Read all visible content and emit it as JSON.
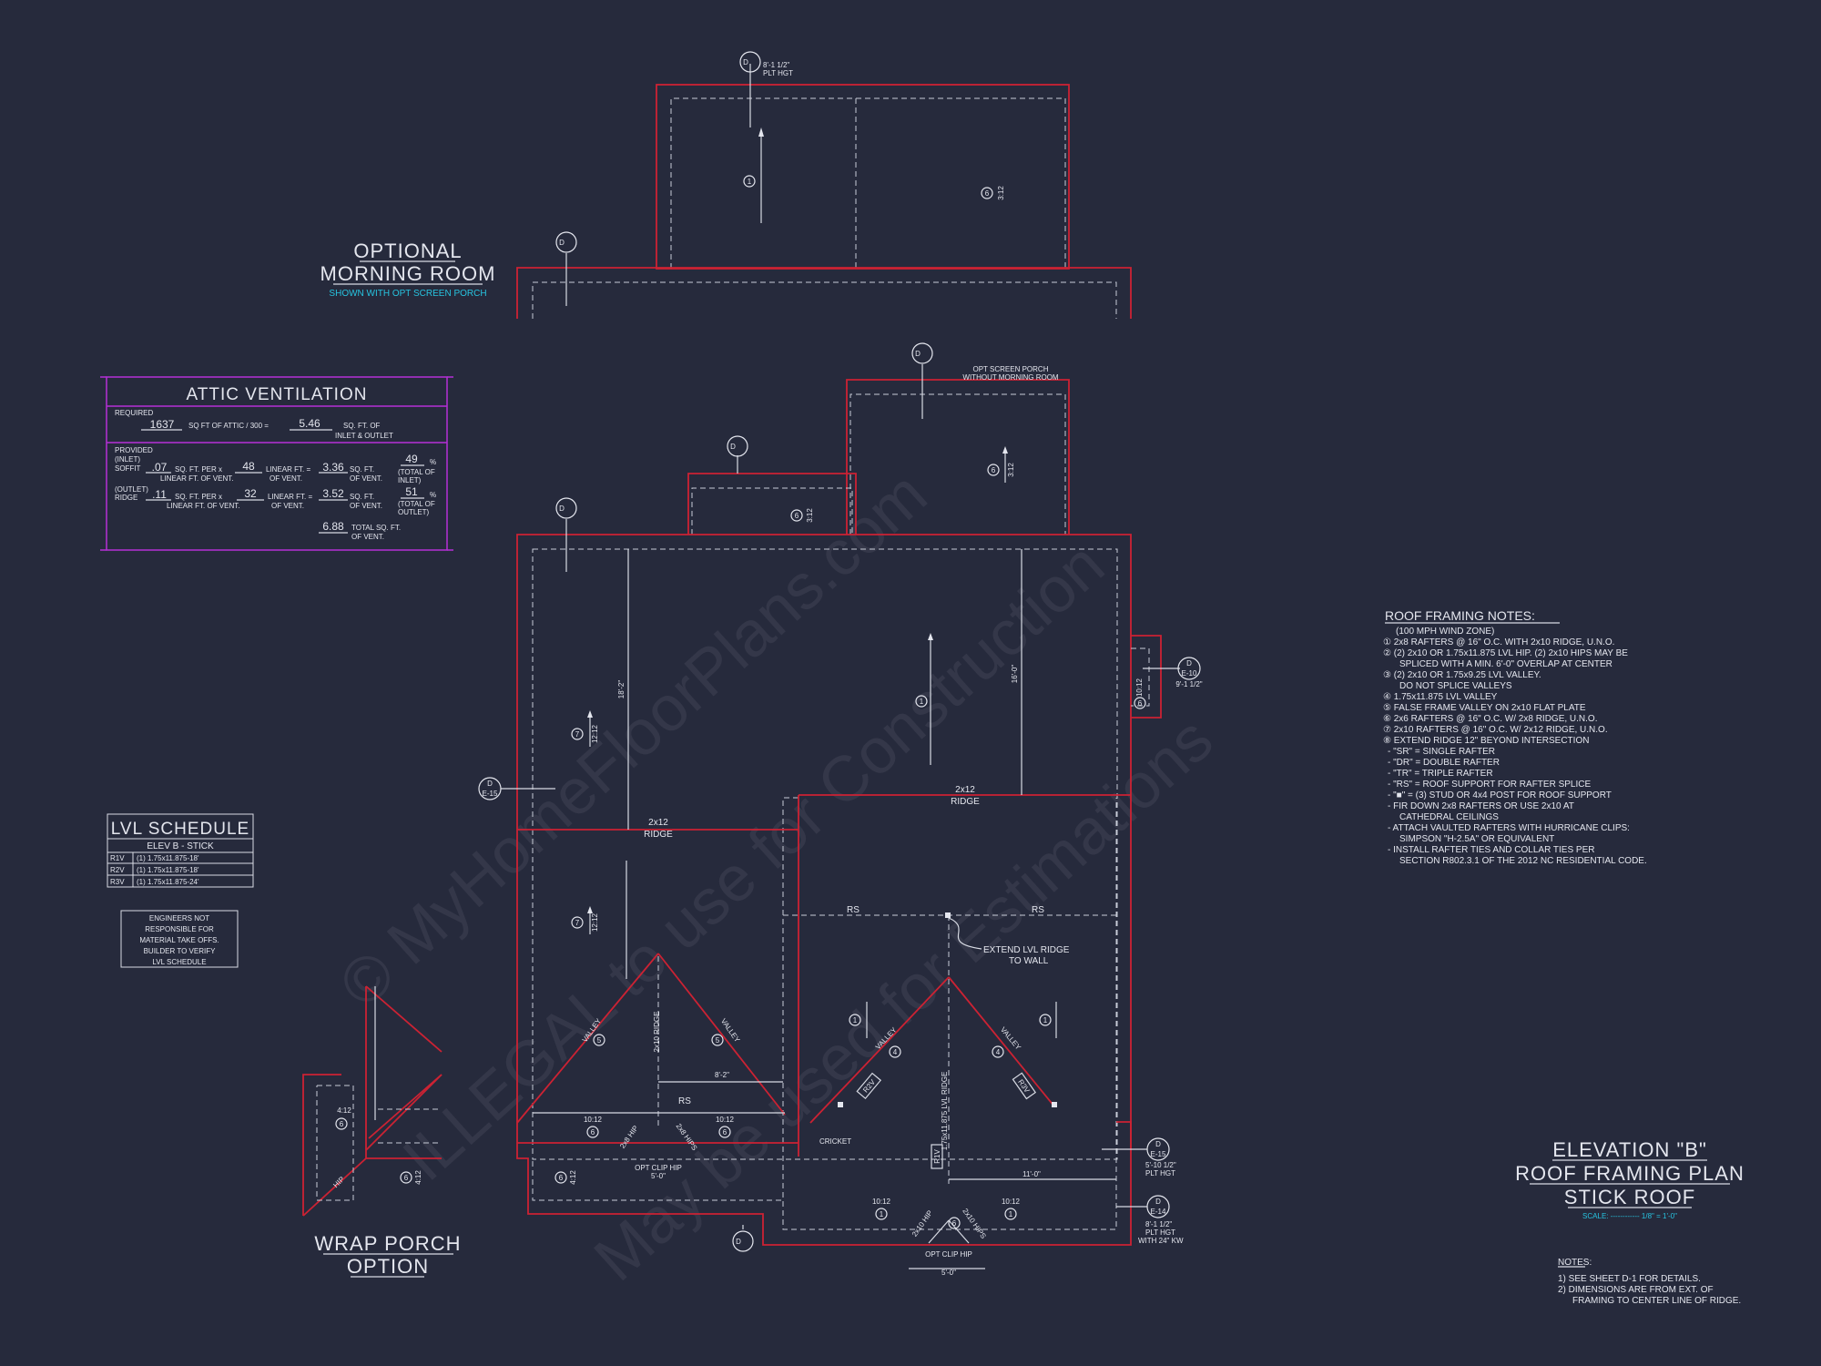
{
  "watermarks": [
    "© MyHomeFloorPlans.com",
    "ILLEGAL to use for Construction",
    "May be used for Estimations"
  ],
  "morning_room": {
    "title_1": "OPTIONAL",
    "title_2": "MORNING ROOM",
    "subtitle": "SHOWN WITH OPT SCREEN PORCH"
  },
  "top_callout": {
    "line1": "8'-1 1/2\"",
    "line2": "PLT HGT"
  },
  "opt_screen_porch": {
    "line1": "OPT SCREEN PORCH",
    "line2": "WITHOUT MORNING ROOM"
  },
  "attic_ventilation": {
    "title": "ATTIC VENTILATION",
    "required_label": "REQUIRED",
    "attic_sqft": "1637",
    "attic_text": "SQ FT OF ATTIC / 300 =",
    "required_vent": "5.46",
    "sqft_of": "SQ. FT. OF",
    "inlet_outlet": "INLET & OUTLET",
    "provided_label": "PROVIDED",
    "inlet_label": "(INLET)",
    "soffit_label": "SOFFIT",
    "soffit_rate": ".07",
    "sqft_per_x": "SQ. FT. PER x",
    "soffit_len": "48",
    "linear_ft_eq": "LINEAR FT. =",
    "soffit_area": "3.36",
    "sq_ft": "SQ. FT.",
    "linear_ft_of_vent": "LINEAR FT. OF VENT.",
    "of_vent": "OF VENT.",
    "soffit_pct": "49",
    "pct": "%",
    "total_of": "(TOTAL OF",
    "inlet_close": "INLET)",
    "outlet_label": "(OUTLET)",
    "ridge_label": "RIDGE",
    "ridge_rate": ".11",
    "ridge_len": "32",
    "ridge_area": "3.52",
    "ridge_pct": "51",
    "outlet_close": "OUTLET)",
    "total_area": "6.88",
    "total_sqft": "TOTAL SQ. FT.",
    "total_of_vent": "OF VENT."
  },
  "lvl_schedule": {
    "title": "LVL SCHEDULE",
    "subtitle": "ELEV B - STICK",
    "rows": [
      {
        "tag": "R1V",
        "spec": "(1) 1.75x11.875-18'"
      },
      {
        "tag": "R2V",
        "spec": "(1) 1.75x11.875-18'"
      },
      {
        "tag": "R3V",
        "spec": "(1) 1.75x11.875-24'"
      }
    ]
  },
  "engineers_note": [
    "ENGINEERS NOT",
    "RESPONSIBLE FOR",
    "MATERIAL TAKE OFFS.",
    "BUILDER TO VERIFY",
    "LVL SCHEDULE"
  ],
  "roof_notes": {
    "title": "ROOF FRAMING NOTES:",
    "lines": [
      "(100 MPH WIND ZONE)",
      "① 2x8 RAFTERS @ 16\" O.C. WITH 2x10 RIDGE, U.N.O.",
      "② (2) 2x10 OR 1.75x11.875 LVL HIP. (2) 2x10 HIPS MAY BE",
      "SPLICED WITH A MIN. 6'-0\" OVERLAP AT CENTER",
      "③ (2) 2x10 OR 1.75x9.25 LVL VALLEY.",
      "DO NOT SPLICE VALLEYS",
      "④ 1.75x11.875 LVL VALLEY",
      "⑤ FALSE FRAME VALLEY ON 2x10 FLAT PLATE",
      "⑥ 2x6 RAFTERS @ 16\" O.C. W/ 2x8 RIDGE, U.N.O.",
      "⑦ 2x10 RAFTERS @ 16\" O.C. W/ 2x12 RIDGE, U.N.O.",
      "⑧ EXTEND RIDGE 12\" BEYOND INTERSECTION",
      "- \"SR\" = SINGLE RAFTER",
      "- \"DR\" = DOUBLE RAFTER",
      "- \"TR\" = TRIPLE RAFTER",
      "- \"RS\" = ROOF SUPPORT FOR RAFTER SPLICE",
      "- \"■\" = (3) STUD OR 4x4 POST FOR ROOF SUPPORT",
      "- FIR DOWN 2x8 RAFTERS OR USE 2x10 AT",
      "CATHEDRAL CEILINGS",
      "- ATTACH VAULTED RAFTERS WITH HURRICANE CLIPS:",
      "SIMPSON \"H-2.5A\" OR EQUIVALENT",
      "- INSTALL RAFTER TIES AND COLLAR TIES PER",
      "SECTION R802.3.1 OF THE 2012 NC RESIDENTIAL CODE."
    ]
  },
  "elevation_title": {
    "line1": "ELEVATION \"B\"",
    "line2": "ROOF FRAMING PLAN",
    "line3": "STICK ROOF",
    "scale": "SCALE: ------------ 1/8\" = 1'-0\""
  },
  "sheet_notes": {
    "title": "NOTES:",
    "lines": [
      "1) SEE SHEET D-1 FOR DETAILS.",
      "2) DIMENSIONS ARE FROM EXT. OF",
      "FRAMING TO CENTER LINE OF RIDGE."
    ]
  },
  "wrap_porch": {
    "line1": "WRAP PORCH",
    "line2": "OPTION"
  },
  "plan_labels": {
    "ridge_2x12": "2x12",
    "ridge": "RIDGE",
    "rs": "RS",
    "extend_lvl_1": "EXTEND LVL RIDGE",
    "extend_lvl_2": "TO WALL",
    "dim_18_2": "18'-2\"",
    "dim_16_0": "16'-0\"",
    "dim_8_2": "8'-2\"",
    "dim_5_0": "5'-0\"",
    "dim_11_0": "11'-0\"",
    "cricket": "CRICKET",
    "opt_clip_hip": "OPT CLIP HIP",
    "valley": "VALLEY",
    "hip_2x8": "2x8 HIP",
    "hips_2x8": "2x8 HIPS",
    "hips_2x10": "2x10 HIPS",
    "hip_2x10": "2x10 HIP",
    "lvl_ridge": "1.75x11.875 LVL RIDGE",
    "ridge_2x10": "2x10 RIDGE",
    "pitch_12_12": "12:12",
    "pitch_10_12": "10:12",
    "pitch_3_12": "3:12",
    "pitch_4_12": "4:12",
    "r1v": "R1V",
    "r2v": "R2V",
    "r3v": "R3V",
    "plt_8_1": "8'-1 1/2\"",
    "plt_hgt": "PLT HGT",
    "with_24_kw": "WITH 24\" KW",
    "plt_5_10": "5'-10 1/2\"",
    "plt_9_1": "9'-1 1/2\"",
    "sec_d": "D",
    "sec_e15": "E-15",
    "sec_e10": "E-10",
    "sec_e14": "E-14",
    "hip_2x8_b": "HIP",
    "n1": "1",
    "n4": "4",
    "n5": "5",
    "n6": "6",
    "n7": "7"
  }
}
